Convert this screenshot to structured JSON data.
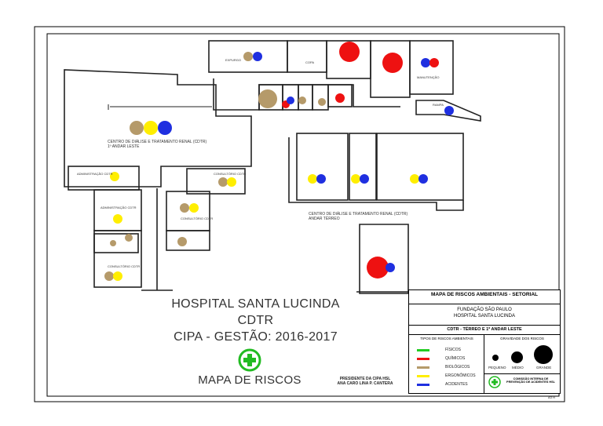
{
  "hospital_name": "HOSPITAL SANTA LUCINDA",
  "unit": "CDTR",
  "cipa_term": "CIPA - GESTÃO: 2016-2017",
  "map_title": "MAPA DE RISCOS",
  "president_line1": "PRESIDENTE DA CIPA HSL",
  "president_line2": "ANA CARO LINA P. CANTERA",
  "sheet_size": "A3 H",
  "colors": {
    "physical": "#22cc22",
    "chemical": "#ee1111",
    "biological": "#b59a6a",
    "ergonomic": "#ffee00",
    "accidents": "#1f2fe0",
    "cross": "#22bb22"
  },
  "rooms": {
    "cdtr_first_floor": "CENTRO DE DIÁLISE E TRATAMENTO RENAL (CDTR)",
    "cdtr_first_floor_2": "1º ANDAR LESTE",
    "cdtr_ground": "CENTRO DE DIÁLISE E TRATAMENTO RENAL (CDTR)",
    "cdtr_ground_2": "ANDAR TÉRREO",
    "admin1": "ADMINISTRAÇÃO CDTR",
    "admin2": "ADMINISTRAÇÃO CDTR",
    "consult1": "CONSULTÓRIO CDTR",
    "consult2": "CONSULTÓRIO CDTR",
    "consult3": "CONSULTÓRIO CDTR",
    "copa": "COPA",
    "expurgo": "EXPURGO",
    "maintenance": "MANUTENÇÃO",
    "ramp": "RAMPA"
  },
  "legend": {
    "header": "MAPA DE RISCOS AMBIENTAIS - SETORIAL",
    "foundation": "FUNDAÇÃO SÃO PAULO",
    "hospital": "HOSPITAL SANTA LUCINDA",
    "sector": "CDTR - TÉRREO E 1º ANDAR LESTE",
    "types_title": "TIPOS DE RISCOS AMBIENTAIS",
    "severity_title": "GRAVIDADE DOS RISCOS",
    "types": [
      {
        "label": "FÍSICOS",
        "color": "#22cc22"
      },
      {
        "label": "QUÍMICOS",
        "color": "#ee1111"
      },
      {
        "label": "BIOLÓGICOS",
        "color": "#b59a6a"
      },
      {
        "label": "ERGONÔMICOS",
        "color": "#ffee00"
      },
      {
        "label": "ACIDENTES",
        "color": "#1f2fe0"
      }
    ],
    "severity": [
      "PEQUENO",
      "MÉDIO",
      "GRANDE"
    ],
    "commission": "COMISSÃO INTERNA DE PREVENÇÃO DE ACIDENTES HSL"
  }
}
